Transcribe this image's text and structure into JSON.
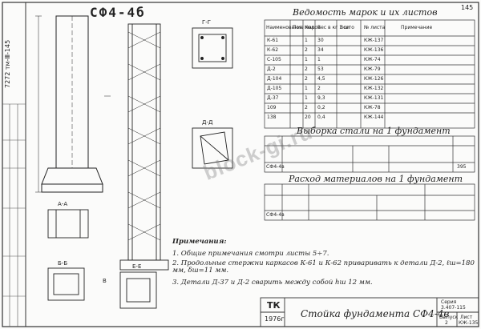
{
  "sheet": {
    "title_mark": "СФ4-4б",
    "sheet_number": "145",
    "stamp_code": "ТК",
    "stamp_year": "1976г",
    "stamp_title": "Стойка фундамента  СФ4-4в",
    "series_label": "Серия",
    "series_value": "3.407-115",
    "sheet_label": "Лист",
    "sheet_value": "КЖ-135",
    "stage_label": "Выпуск",
    "stage_value": "2",
    "watermark": "block-gi.ru"
  },
  "tables": {
    "steel_sheet_title": "Ведомость марок и их листов",
    "steel_headers": [
      "Наименование марок",
      "Поз.",
      "Кол.",
      "Вес в кг 1 шт",
      "Всего",
      "№ листа",
      "Примечание"
    ],
    "steel_rows": [
      [
        "К-61",
        "1",
        "30",
        "КЖ-137"
      ],
      [
        "К-62",
        "2",
        "34",
        "КЖ-136"
      ],
      [
        "С-105",
        "1",
        "1",
        "КЖ-74"
      ],
      [
        "Д-2",
        "2",
        "53",
        "КЖ-79"
      ],
      [
        "Д-104",
        "2",
        "4,5",
        "КЖ-126"
      ],
      [
        "Д-105",
        "1",
        "2",
        "КЖ-132"
      ],
      [
        "Д-37",
        "1",
        "9,3",
        "КЖ-131"
      ],
      [
        "109",
        "2",
        "0,2",
        "КЖ-78"
      ],
      [
        "138",
        "20",
        "0,4",
        "КЖ-144"
      ]
    ],
    "steel_select_title": "Выборка стали на 1 фундамент",
    "materials_title": "Расход материалов на 1 фундамент",
    "row_label": "СФ4-4в",
    "total_steel": "395"
  },
  "notes": {
    "heading": "Примечания:",
    "items": [
      "1. Общие примечания смотри листы 5÷7.",
      "2. Продольные стержни каркасов К-61 и К-62 приваривать к детали Д-2, ℓш=180 мм, δш=11 мм.",
      "3. Детали Д-37 и Д-2 сварить между собой hш 12 мм."
    ]
  },
  "views": {
    "section_gg": "Г-Г",
    "section_dd": "Д-Д",
    "section_aa": "А-А",
    "section_bb": "Б-Б",
    "section_ee": "Е-Е",
    "view_v": "В"
  },
  "side_stamp": {
    "code": "7272 тм-Ⅲ-145"
  }
}
